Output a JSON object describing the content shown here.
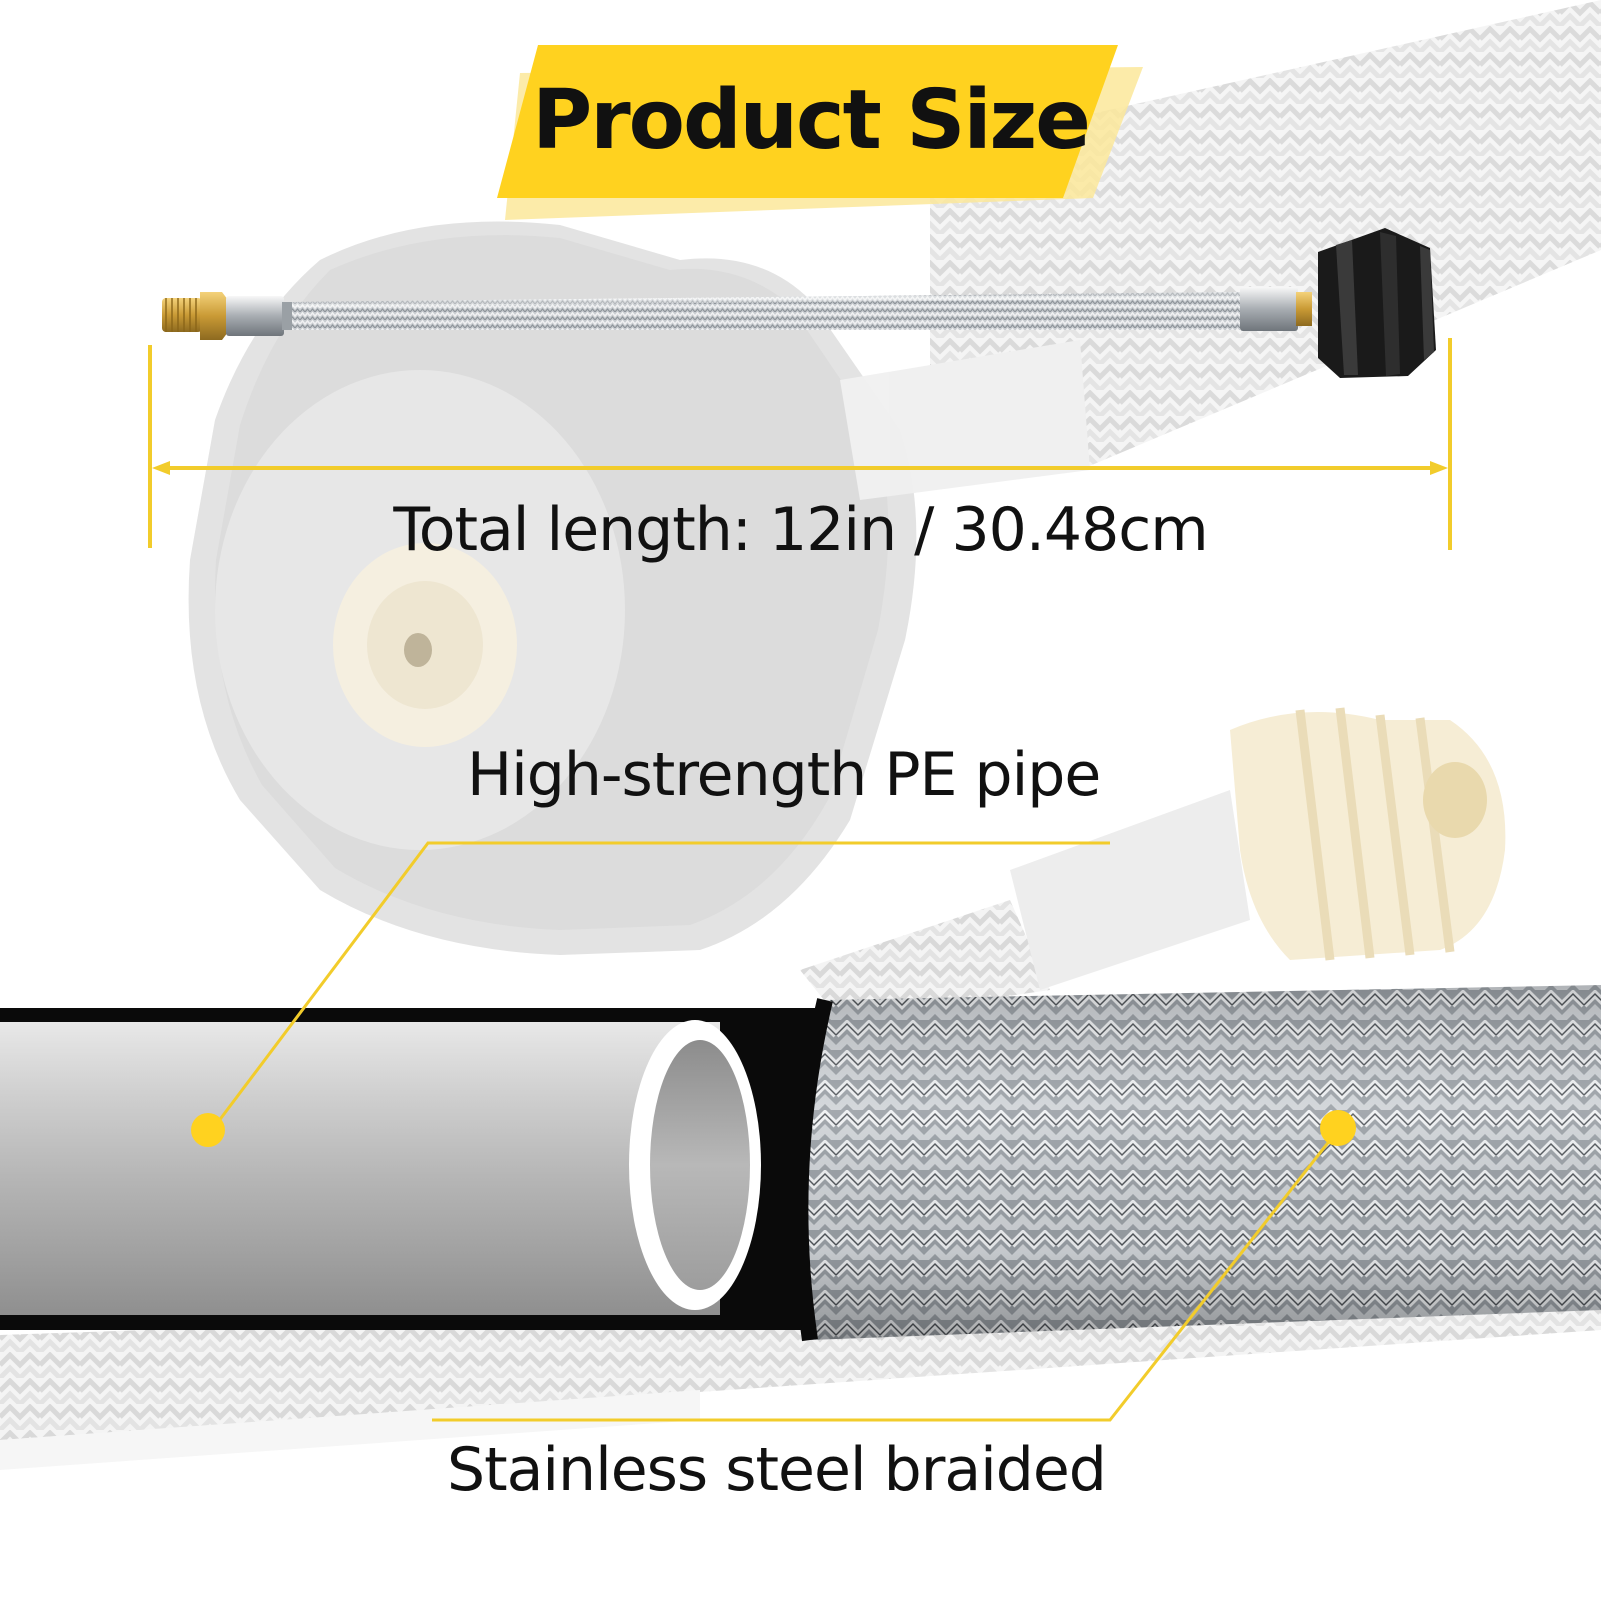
{
  "title": "Product Size",
  "dimension": {
    "label": "Total length: 12in / 30.48cm"
  },
  "callouts": [
    {
      "label": "High-strength PE pipe"
    },
    {
      "label": "Stainless steel braided"
    }
  ],
  "colors": {
    "accent_yellow": "#FFD21F",
    "accent_yellow_light": "#FCE79A",
    "text": "#111111",
    "steel": "#C9CDD2",
    "brass": "#C9A24A",
    "cap_black": "#1A1A1A"
  },
  "icons": {
    "hose": "braided-hose-icon",
    "fitting": "brass-fitting-icon",
    "cap": "black-coupling-nut-icon"
  }
}
